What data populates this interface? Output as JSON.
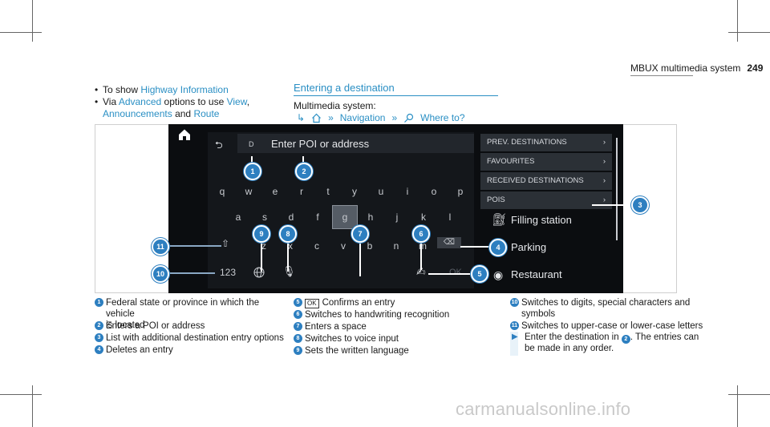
{
  "header": {
    "title": "MBUX multimedia system",
    "page": "249"
  },
  "bullets": [
    {
      "prefix": "To show",
      "link": "Highway Information",
      "suffix": ""
    },
    {
      "prefix": "Via",
      "link": "Advanced",
      "mid": "options to use",
      "link2": "View",
      "link3": "Announcements",
      "and": "and",
      "link4": "Route"
    }
  ],
  "section": {
    "title": "Entering a destination",
    "system_label": "Multimedia system:",
    "path": {
      "item1": "Navigation",
      "item2": "Where to?"
    }
  },
  "screen": {
    "input_placeholder": "Enter POI or address",
    "input_char": "D",
    "rows": [
      [
        "q",
        "w",
        "e",
        "r",
        "t",
        "y",
        "u",
        "i",
        "o",
        "p"
      ],
      [
        "a",
        "s",
        "d",
        "f",
        "g",
        "h",
        "j",
        "k",
        "l"
      ],
      [
        "z",
        "x",
        "c",
        "v",
        "b",
        "n",
        "m"
      ]
    ],
    "bottom_left": "123",
    "ok_label": "OK",
    "list": [
      "PREV. DESTINATIONS",
      "FAVOURITES",
      "RECEIVED DESTINATIONS",
      "POIS"
    ],
    "pois": [
      "Filling station",
      "Parking",
      "Restaurant"
    ]
  },
  "callouts": [
    "1",
    "2",
    "3",
    "4",
    "5",
    "6",
    "7",
    "8",
    "9",
    "10",
    "11"
  ],
  "legend": {
    "col1": [
      {
        "num": "1",
        "text": "Federal state or province in which the vehicle",
        "text2": "is located"
      },
      {
        "num": "2",
        "text": "Enters a POI or address"
      },
      {
        "num": "3",
        "text": "List with additional destination entry options"
      },
      {
        "num": "4",
        "text": "Deletes an entry"
      }
    ],
    "col2": [
      {
        "num": "5",
        "ok": "OK",
        "text": "Confirms an entry"
      },
      {
        "num": "6",
        "text": "Switches to handwriting recognition"
      },
      {
        "num": "7",
        "text": "Enters a space"
      },
      {
        "num": "8",
        "text": "Switches to voice input"
      },
      {
        "num": "9",
        "text": "Sets the written language"
      }
    ],
    "col3": [
      {
        "num": "10",
        "text": "Switches to digits, special characters and",
        "text2": "symbols"
      },
      {
        "num": "11",
        "text": "Switches to upper-case or lower-case letters"
      }
    ],
    "note": {
      "pre": "Enter the destination in",
      "num": "2",
      "post": ". The entries can",
      "line2": "be made in any order."
    }
  },
  "watermark": "carmanualsonline.info",
  "colors": {
    "accent": "#2a8fc4",
    "callout": "#2d7fc0",
    "screen_bg": "#0b0d10"
  }
}
